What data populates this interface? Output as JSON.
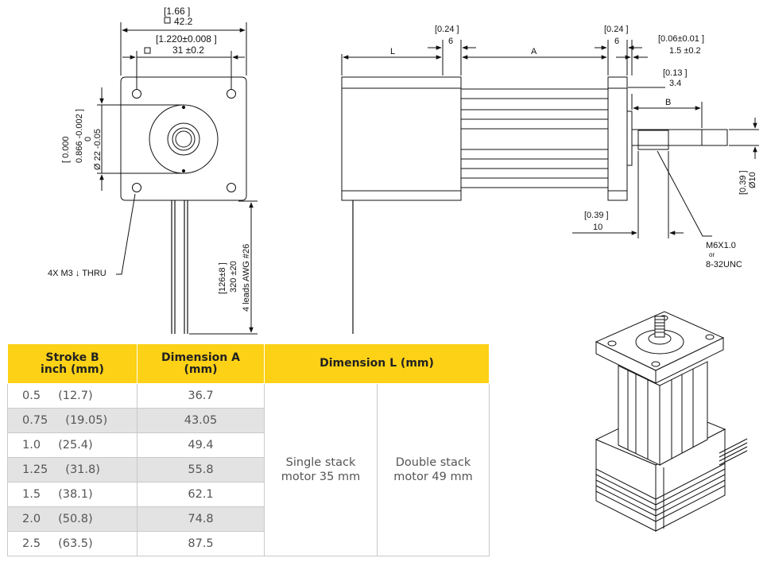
{
  "drawing": {
    "front_view": {
      "body_width_in": "[1.66 ]",
      "body_width_mm": "42.2",
      "hole_spacing_in": "[1.220±0.008 ]",
      "hole_spacing_mm": "31 ±0.2",
      "pilot_tol_in": "[ 0.000",
      "pilot_dia_in": "0.866 -0.002 ]",
      "pilot_tol_mm": "0",
      "pilot_dia_mm": "Ø 22 -0.05",
      "mount_holes": "4X M3 ↓ THRU",
      "lead_length_in": "[126±8 ]",
      "lead_length_mm": "320 ±20",
      "leads": "4 leads AWG #26"
    },
    "side_view": {
      "dim_L": "L",
      "dim_A": "A",
      "dim_B": "B",
      "flange_left_in": "[0.24 ]",
      "flange_left_mm": "6",
      "flange_right_in": "[0.24 ]",
      "flange_right_mm": "6",
      "tip_in": "[0.06±0.01 ]",
      "tip_mm": "1.5 ±0.2",
      "step_in": "[0.13 ]",
      "step_mm": "3.4",
      "nut_in": "[0.39 ]",
      "nut_mm": "10",
      "shaft_in": "[0.39 ]",
      "shaft_mm": "Ø10",
      "thread_1": "M6X1.0",
      "thread_or": "or",
      "thread_2": "8-32UNC"
    }
  },
  "table": {
    "headers": {
      "stroke_line1": "Stroke B",
      "stroke_line2": "inch  (mm)",
      "dima_line1": "Dimension A",
      "dima_line2": "(mm)",
      "diml": "Dimension L (mm)"
    },
    "rows": [
      {
        "inch": "0.5",
        "mm": "(12.7)",
        "a": "36.7"
      },
      {
        "inch": "0.75",
        "mm": "(19.05)",
        "a": "43.05"
      },
      {
        "inch": "1.0",
        "mm": "(25.4)",
        "a": "49.4"
      },
      {
        "inch": "1.25",
        "mm": "(31.8)",
        "a": "55.8"
      },
      {
        "inch": "1.5",
        "mm": "(38.1)",
        "a": "62.1"
      },
      {
        "inch": "2.0",
        "mm": "(50.8)",
        "a": "74.8"
      },
      {
        "inch": "2.5",
        "mm": "(63.5)",
        "a": "87.5"
      }
    ],
    "single_line1": "Single stack",
    "single_line2": "motor 35 mm",
    "double_line1": "Double stack",
    "double_line2": "motor 49 mm"
  },
  "colors": {
    "header_yellow": "#fcd116",
    "row_shade": "#e3e3e3",
    "line": "#111111"
  }
}
